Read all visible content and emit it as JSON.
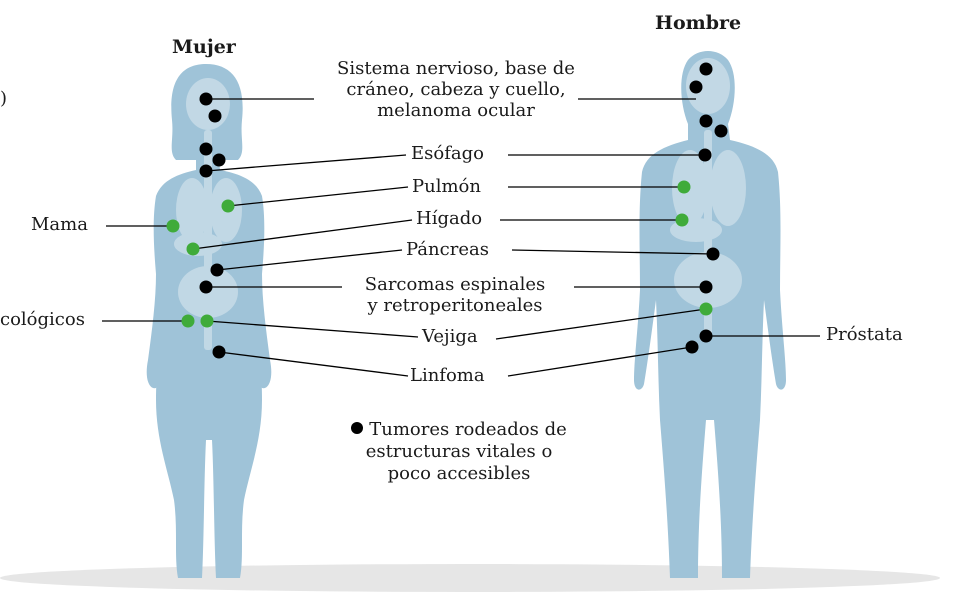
{
  "figures": {
    "woman_label": "Mujer",
    "man_label": "Hombre"
  },
  "labels": {
    "nervous_line1": "Sistema nervioso, base de",
    "nervous_line2": "cráneo, cabeza y cuello,",
    "nervous_line3": "melanoma ocular",
    "esophagus": "Esófago",
    "lung": "Pulmón",
    "liver": "Hígado",
    "pancreas": "Páncreas",
    "sarcoma_line1": "Sarcomas espinales",
    "sarcoma_line2": "y retroperitoneales",
    "bladder": "Vejiga",
    "lymphoma": "Linfoma",
    "breast": "Mama",
    "gyneco_partial": "cológicos",
    "prostate": "Próstata",
    "paren_partial": ")"
  },
  "legend": {
    "line1": "Tumores rodeados de",
    "line2": "estructuras vitales o",
    "line3": "poco accesibles"
  },
  "colors": {
    "body": "#9fc3d8",
    "organ": "#c8dce8",
    "black_dot": "#000000",
    "green_dot": "#3fab3a",
    "floor": "#e6e6e6"
  }
}
